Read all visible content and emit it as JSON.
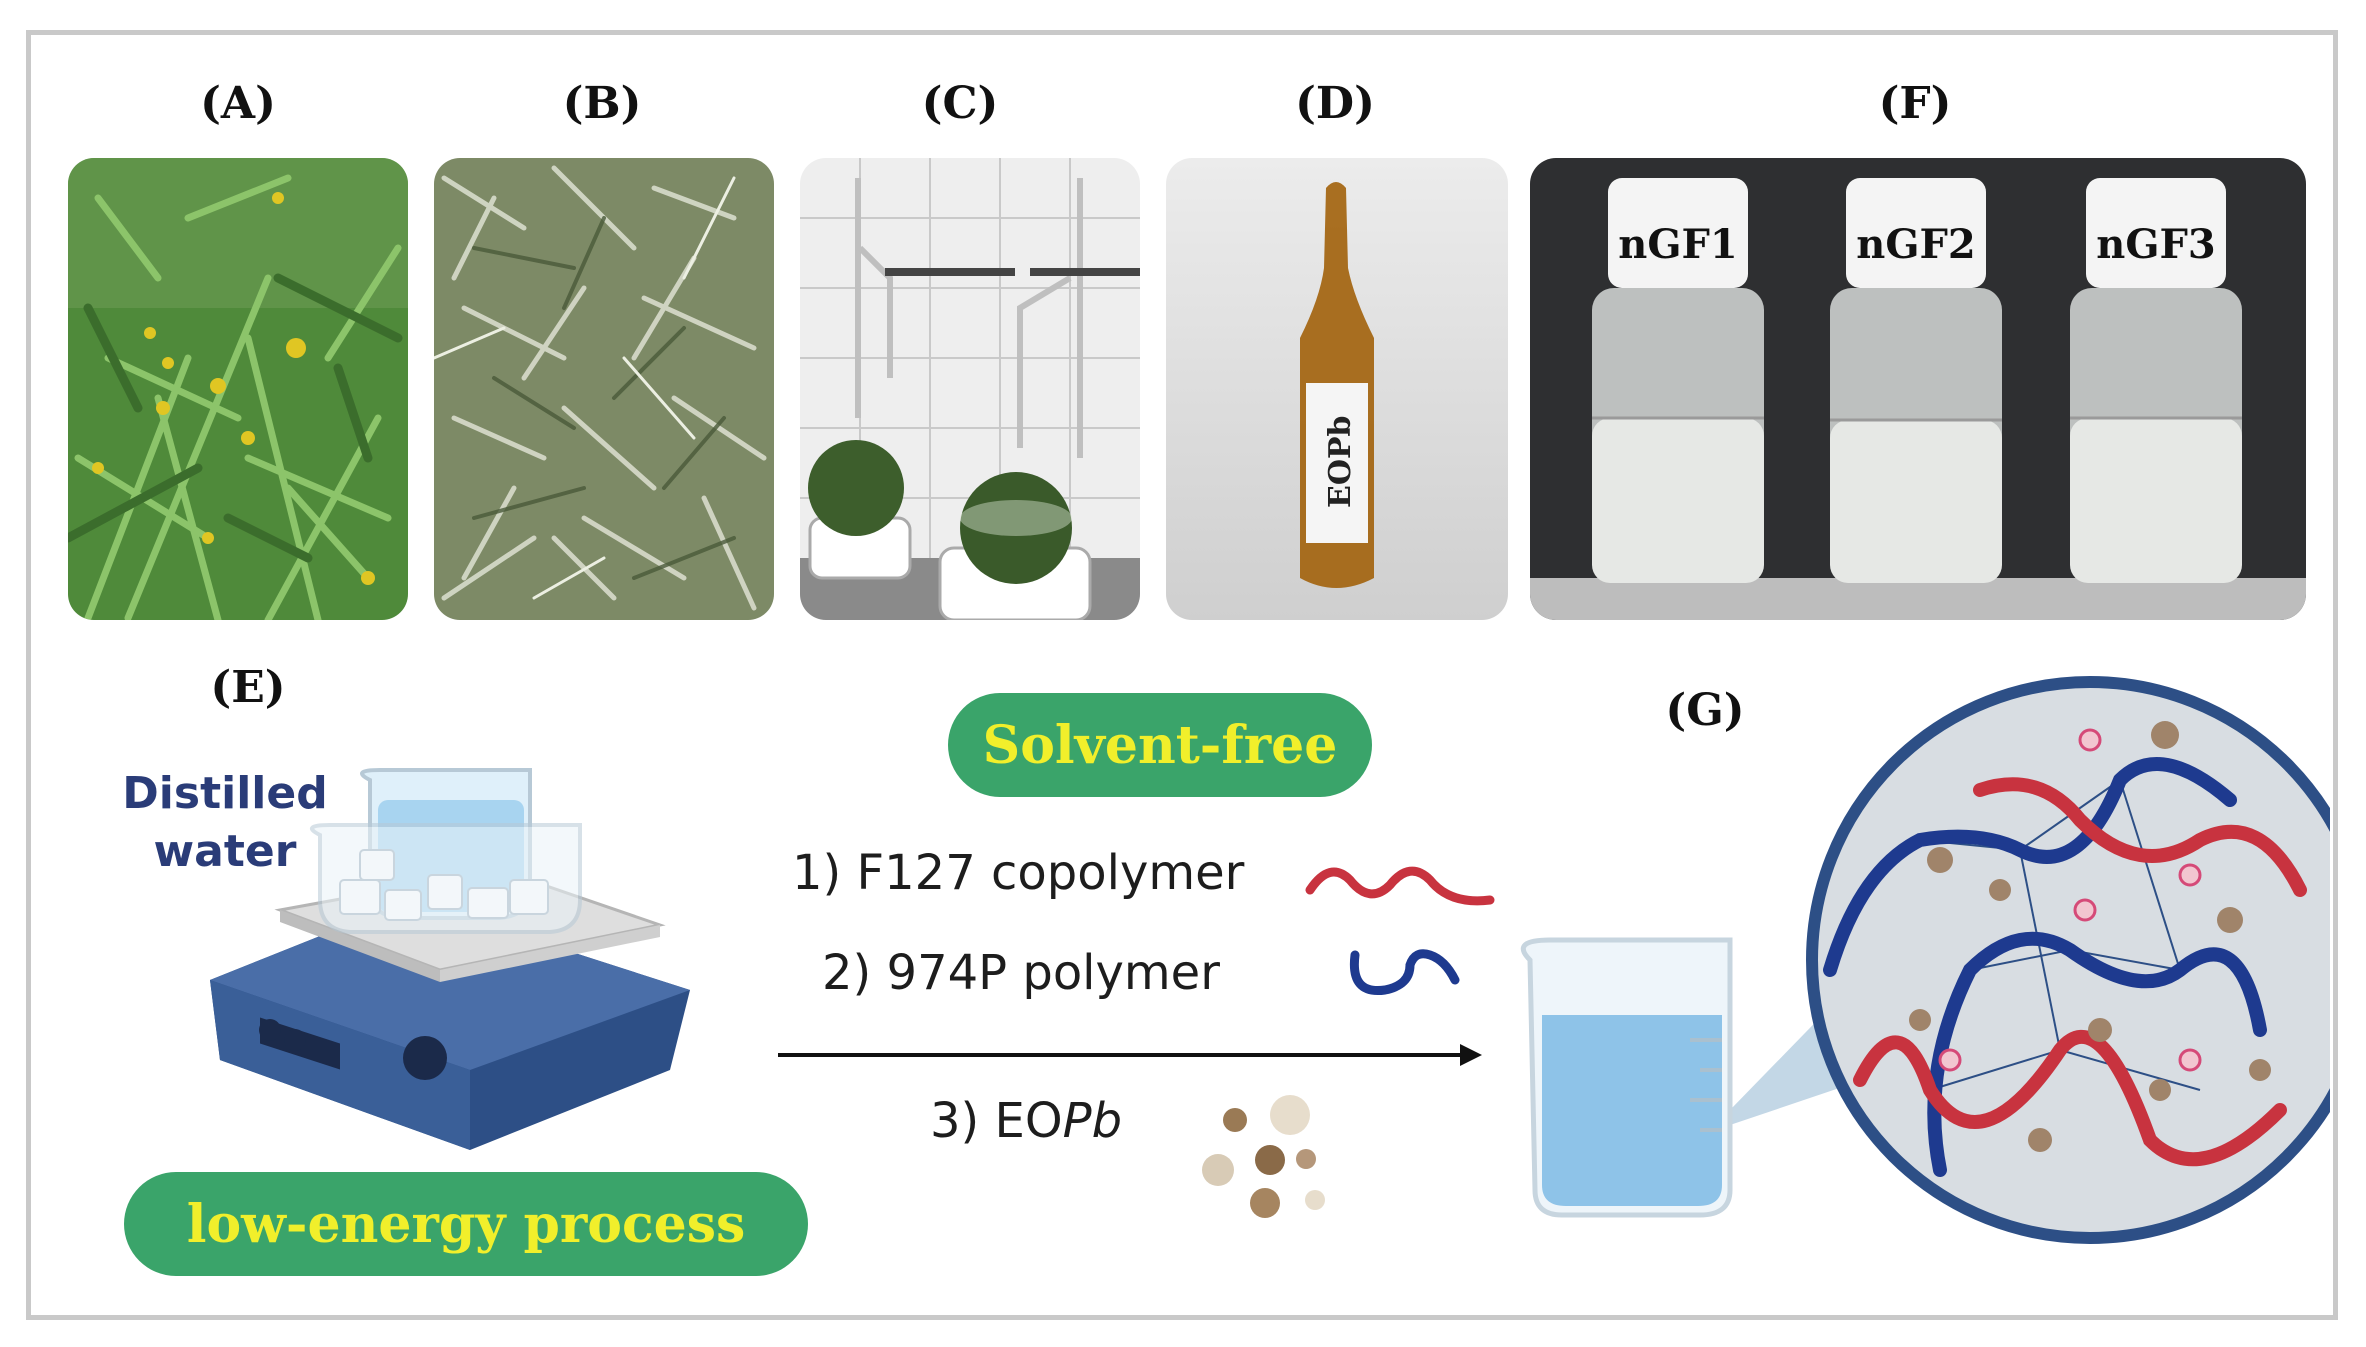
{
  "panels": {
    "A": "(A)",
    "B": "(B)",
    "C": "(C)",
    "D": "(D)",
    "E": "(E)",
    "F": "(F)",
    "G": "(G)"
  },
  "ampoule_label": "EOPb",
  "vials": [
    "nGF1",
    "nGF2",
    "nGF3"
  ],
  "solvent_free": "Solvent-free",
  "low_energy": "low-energy process",
  "distilled": [
    "Distilled",
    "water"
  ],
  "steps": {
    "s1": "1) F127 copolymer",
    "s2": "2) 974P polymer",
    "s3_prefix": "3) EO",
    "s3_italic": "Pb"
  },
  "colors": {
    "pill": "#3aa46a",
    "pill_text": "#f1ef2b",
    "f127": "#c8333f",
    "p974": "#1e3a8f",
    "distilled_text": "#2a3c78"
  }
}
